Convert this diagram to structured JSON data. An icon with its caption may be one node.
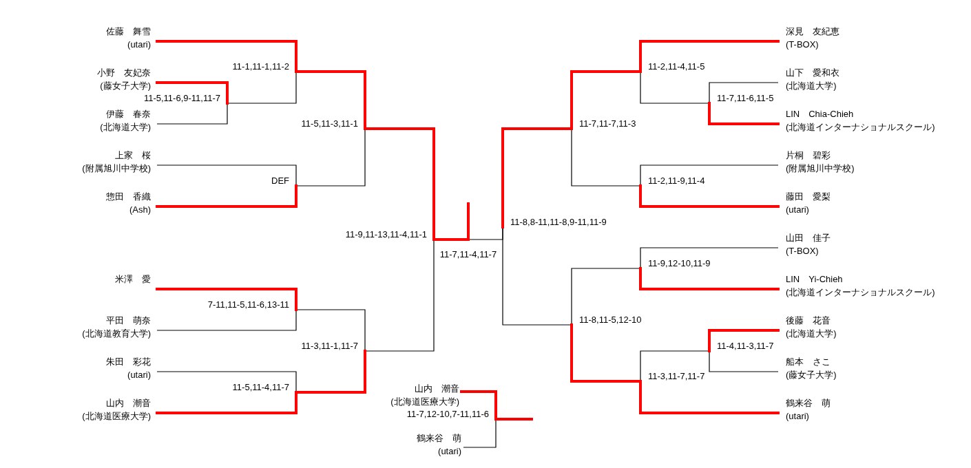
{
  "diagram": {
    "nodes": [
      {
        "text": [
          "佐藤　舞雪",
          "(utari)"
        ]
      },
      {
        "text": [
          "小野　友妃奈",
          "(藤女子大学)"
        ]
      },
      {
        "text": [
          "伊藤　春奈",
          "(北海道大学)"
        ]
      },
      {
        "text": [
          "上家　桜",
          "(附属旭川中学校)"
        ]
      },
      {
        "text": [
          "惣田　香織",
          "(Ash)"
        ]
      },
      {
        "text": [
          "米澤　愛"
        ]
      },
      {
        "text": [
          "平田　萌奈",
          "(北海道教育大学)"
        ]
      },
      {
        "text": [
          "朱田　彩花",
          "(utari)"
        ]
      },
      {
        "text": [
          "山内　潮音",
          "(北海道医療大学)"
        ]
      },
      {
        "text": [
          "11-5,11-6,9-11,11-7"
        ]
      },
      {
        "text": [
          "11-1,11-1,11-2"
        ]
      },
      {
        "text": [
          "DEF"
        ]
      },
      {
        "text": [
          "11-5,11-3,11-1"
        ]
      },
      {
        "text": [
          "7-11,11-5,11-6,13-11"
        ]
      },
      {
        "text": [
          "11-5,11-4,11-7"
        ]
      },
      {
        "text": [
          "11-3,11-1,11-7"
        ]
      },
      {
        "text": [
          "11-9,11-13,11-4,11-1"
        ]
      },
      {
        "text": [
          "11-7,11-4,11-7"
        ]
      },
      {
        "text": [
          "11-8,8-11,11-8,9-11,11-9"
        ]
      },
      {
        "text": [
          "山内　潮音",
          "(北海道医療大学)"
        ]
      },
      {
        "text": [
          "11-7,12-10,7-11,11-6"
        ]
      },
      {
        "text": [
          "鶴来谷　萌",
          "(utari)"
        ]
      },
      {
        "text": [
          "11-7,11-7,11-3"
        ]
      },
      {
        "text": [
          "11-8,11-5,12-10"
        ]
      },
      {
        "text": [
          "11-2,11-4,11-5"
        ]
      },
      {
        "text": [
          "11-7,11-6,11-5"
        ]
      },
      {
        "text": [
          "11-2,11-9,11-4"
        ]
      },
      {
        "text": [
          "11-9,12-10,11-9"
        ]
      },
      {
        "text": [
          "11-3,11-7,11-7"
        ]
      },
      {
        "text": [
          "11-4,11-3,11-7"
        ]
      },
      {
        "text": [
          "深見　友紀恵",
          "(T-BOX)"
        ]
      },
      {
        "text": [
          "山下　愛和衣",
          "(北海道大学)"
        ]
      },
      {
        "text": [
          "LIN　Chia-Chieh",
          "(北海道インターナショナルスクール)"
        ]
      },
      {
        "text": [
          "片桐　碧彩",
          "(附属旭川中学校)"
        ]
      },
      {
        "text": [
          "藤田　愛梨",
          "(utari)"
        ]
      },
      {
        "text": [
          "山田　佳子",
          "(T-BOX)"
        ]
      },
      {
        "text": [
          "LIN　Yi-Chieh",
          "(北海道インターナショナルスクール)"
        ]
      },
      {
        "text": [
          "後藤　花音",
          "(北海道大学)"
        ]
      },
      {
        "text": [
          "船本　さこ",
          "(藤女子大学)"
        ]
      },
      {
        "text": [
          "鶴来谷　萌",
          "(utari)"
        ]
      }
    ],
    "edges": [
      {
        "from": 0,
        "to": 10,
        "arrow": "none",
        "color": "#ff0000"
      },
      {
        "from": 1,
        "to": 9,
        "arrow": "none",
        "color": "#ff0000"
      },
      {
        "from": 2,
        "to": 9,
        "arrow": "none",
        "color": "#000000"
      },
      {
        "from": 9,
        "to": 10,
        "arrow": "none",
        "color": "#000000"
      },
      {
        "from": 3,
        "to": 11,
        "arrow": "none",
        "color": "#000000"
      },
      {
        "from": 4,
        "to": 11,
        "arrow": "none",
        "color": "#ff0000"
      },
      {
        "from": 10,
        "to": 12,
        "arrow": "none",
        "color": "#ff0000"
      },
      {
        "from": 11,
        "to": 12,
        "arrow": "none",
        "color": "#000000"
      },
      {
        "from": 12,
        "to": 16,
        "arrow": "none",
        "color": "#ff0000"
      },
      {
        "from": 5,
        "to": 13,
        "arrow": "none",
        "color": "#ff0000"
      },
      {
        "from": 6,
        "to": 13,
        "arrow": "none",
        "color": "#000000"
      },
      {
        "from": 7,
        "to": 14,
        "arrow": "none",
        "color": "#000000"
      },
      {
        "from": 8,
        "to": 14,
        "arrow": "none",
        "color": "#ff0000"
      },
      {
        "from": 13,
        "to": 15,
        "arrow": "none",
        "color": "#000000"
      },
      {
        "from": 14,
        "to": 15,
        "arrow": "none",
        "color": "#ff0000"
      },
      {
        "from": 15,
        "to": 16,
        "arrow": "none",
        "color": "#000000"
      },
      {
        "from": 16,
        "to": 17,
        "arrow": "none",
        "color": "#ff0000"
      },
      {
        "from": 18,
        "to": 17,
        "arrow": "none",
        "color": "#000000"
      },
      {
        "from": 17,
        "to": null,
        "arrow": "none",
        "color": "#ff0000"
      },
      {
        "from": 19,
        "to": 20,
        "arrow": "none",
        "color": "#ff0000"
      },
      {
        "from": 21,
        "to": 20,
        "arrow": "none",
        "color": "#000000"
      },
      {
        "from": 20,
        "to": null,
        "arrow": "none",
        "color": "#ff0000"
      },
      {
        "from": 22,
        "to": 18,
        "arrow": "none",
        "color": "#ff0000"
      },
      {
        "from": 23,
        "to": 18,
        "arrow": "none",
        "color": "#000000"
      },
      {
        "from": 24,
        "to": 22,
        "arrow": "none",
        "color": "#ff0000"
      },
      {
        "from": 26,
        "to": 22,
        "arrow": "none",
        "color": "#000000"
      },
      {
        "from": 30,
        "to": 24,
        "arrow": "none",
        "color": "#ff0000"
      },
      {
        "from": 25,
        "to": 24,
        "arrow": "none",
        "color": "#000000"
      },
      {
        "from": 31,
        "to": 25,
        "arrow": "none",
        "color": "#000000"
      },
      {
        "from": 32,
        "to": 25,
        "arrow": "none",
        "color": "#ff0000"
      },
      {
        "from": 33,
        "to": 26,
        "arrow": "none",
        "color": "#000000"
      },
      {
        "from": 34,
        "to": 26,
        "arrow": "none",
        "color": "#ff0000"
      },
      {
        "from": 27,
        "to": 23,
        "arrow": "none",
        "color": "#000000"
      },
      {
        "from": 28,
        "to": 23,
        "arrow": "none",
        "color": "#ff0000"
      },
      {
        "from": 35,
        "to": 27,
        "arrow": "none",
        "color": "#000000"
      },
      {
        "from": 36,
        "to": 27,
        "arrow": "none",
        "color": "#ff0000"
      },
      {
        "from": 37,
        "to": 29,
        "arrow": "none",
        "color": "#ff0000"
      },
      {
        "from": 38,
        "to": 29,
        "arrow": "none",
        "color": "#000000"
      },
      {
        "from": 29,
        "to": 28,
        "arrow": "none",
        "color": "#000000"
      },
      {
        "from": 39,
        "to": 28,
        "arrow": "none",
        "color": "#ff0000"
      }
    ]
  }
}
